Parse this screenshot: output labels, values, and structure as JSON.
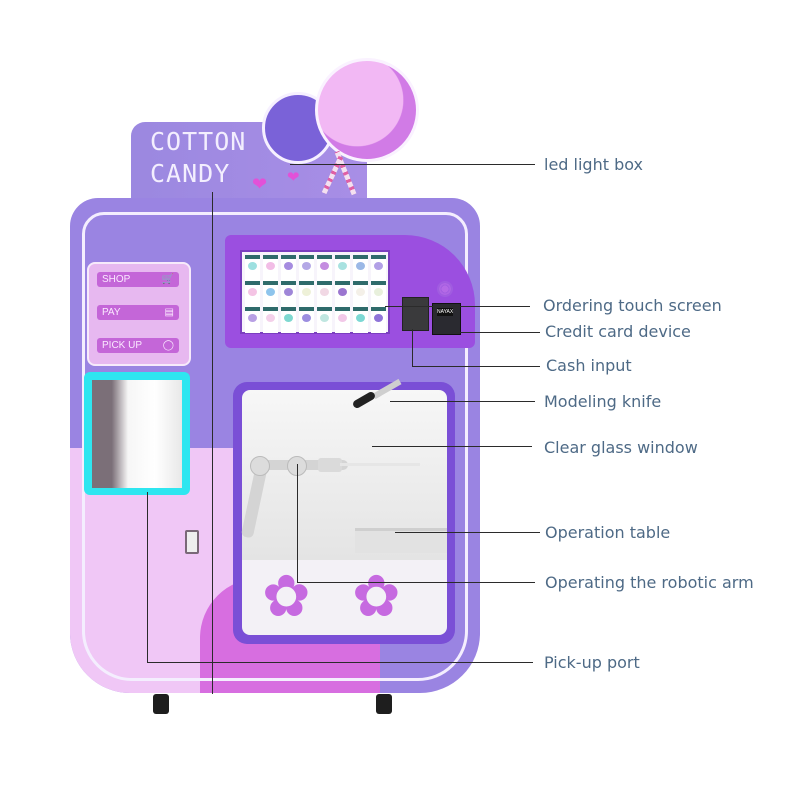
{
  "sign": {
    "line1": "COTTON",
    "line2": "CANDY"
  },
  "machine_menu": {
    "items": [
      {
        "label": "SHOP",
        "icon": "cart-icon"
      },
      {
        "label": "PAY",
        "icon": "card-icon"
      },
      {
        "label": "PICK UP",
        "icon": "cotton-candy-icon"
      }
    ]
  },
  "card_device": {
    "screen_text": "NAYAX"
  },
  "callouts": [
    {
      "id": "led-light-box",
      "label": "led light box"
    },
    {
      "id": "ordering-touch-screen",
      "label": "Ordering touch screen"
    },
    {
      "id": "credit-card-device",
      "label": "Credit card device"
    },
    {
      "id": "cash-input",
      "label": "Cash input"
    },
    {
      "id": "modeling-knife",
      "label": "Modeling knife"
    },
    {
      "id": "clear-glass-window",
      "label": "Clear glass window"
    },
    {
      "id": "operation-table",
      "label": "Operation table"
    },
    {
      "id": "robotic-arm",
      "label": "Operating the robotic arm"
    },
    {
      "id": "pick-up-port",
      "label": "Pick-up port"
    }
  ],
  "colors": {
    "cabinet_purple": "#9a84e2",
    "panel_violet": "#9b4fe0",
    "pink": "#f0c7f6",
    "magenta": "#d76ee0",
    "pickup_glow": "#2ee6f0",
    "label_text": "#4e6a86"
  }
}
